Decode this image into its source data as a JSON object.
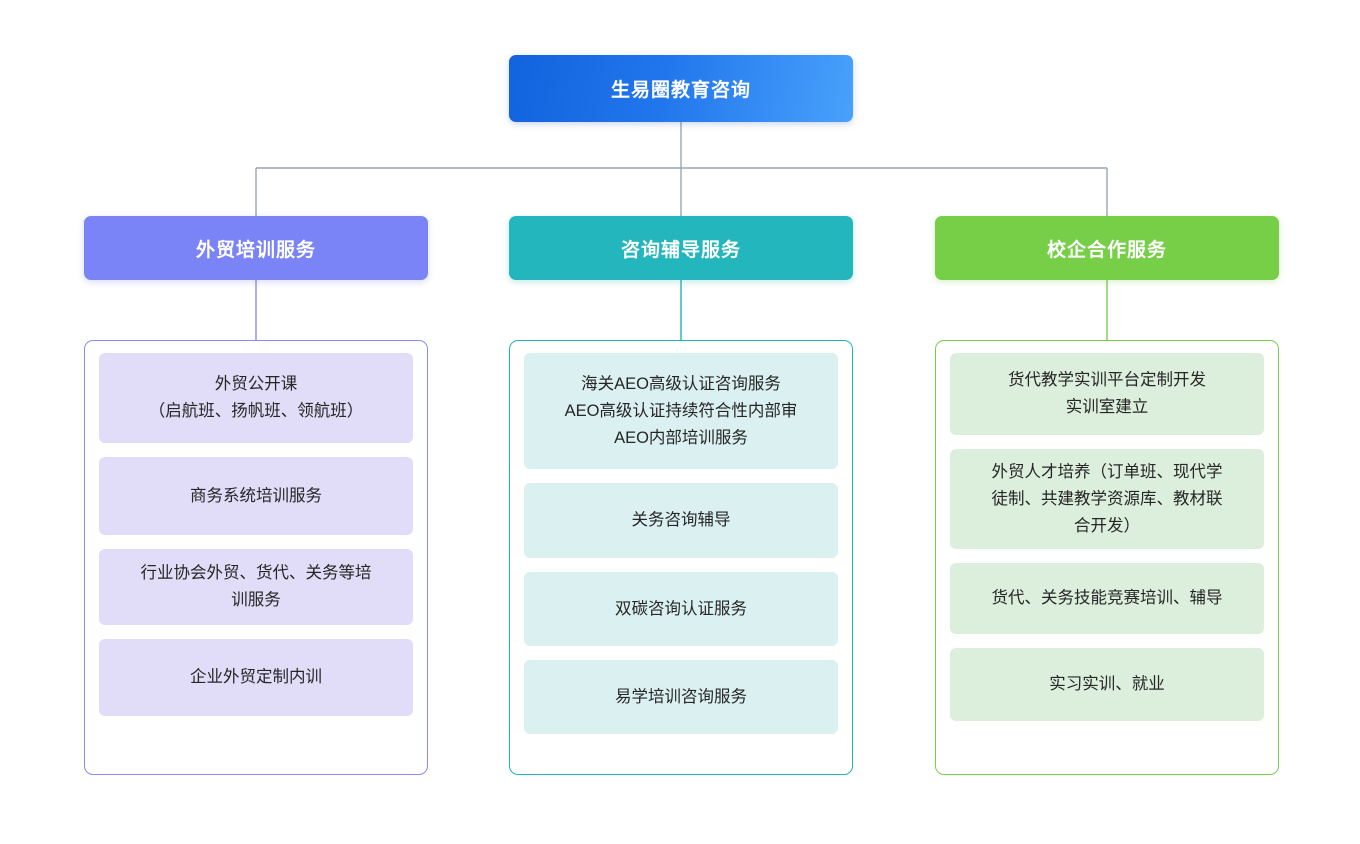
{
  "diagram": {
    "type": "organizational-tree",
    "orientation": "top-down",
    "root": {
      "label": "生易圈教育咨询",
      "color_from": "#1263DE",
      "color_to": "#49A1FB"
    },
    "connector_color": "#9AA6B2",
    "branches": [
      {
        "id": "training",
        "label": "外贸培训服务",
        "accent": "#7B84F6",
        "border": "#8A8CF0",
        "card_fill": "#E1DCF7",
        "items": [
          {
            "lines": [
              "外贸公开课",
              "（启航班、扬帆班、领航班）"
            ]
          },
          {
            "lines": [
              "商务系统培训服务"
            ]
          },
          {
            "lines": [
              "行业协会外贸、货代、关务等培",
              "训服务"
            ]
          },
          {
            "lines": [
              "企业外贸定制内训"
            ]
          }
        ]
      },
      {
        "id": "consulting",
        "label": "咨询辅导服务",
        "accent": "#23B6BC",
        "border": "#20B5BC",
        "card_fill": "#DBF0F1",
        "items": [
          {
            "lines": [
              "海关AEO高级认证咨询服务",
              "AEO高级认证持续符合性内部审",
              "AEO内部培训服务"
            ]
          },
          {
            "lines": [
              "关务咨询辅导"
            ]
          },
          {
            "lines": [
              "双碳咨询认证服务"
            ]
          },
          {
            "lines": [
              "易学培训咨询服务"
            ]
          }
        ]
      },
      {
        "id": "school-enterprise",
        "label": "校企合作服务",
        "accent": "#77CF47",
        "border": "#79CE4B",
        "card_fill": "#DCEEDC",
        "items": [
          {
            "lines": [
              "货代教学实训平台定制开发",
              "实训室建立"
            ]
          },
          {
            "lines": [
              "外贸人才培养（订单班、现代学",
              "徒制、共建教学资源库、教材联",
              "合开发）"
            ]
          },
          {
            "lines": [
              "货代、关务技能竞赛培训、辅导"
            ]
          },
          {
            "lines": [
              "实习实训、就业"
            ]
          }
        ]
      }
    ]
  }
}
